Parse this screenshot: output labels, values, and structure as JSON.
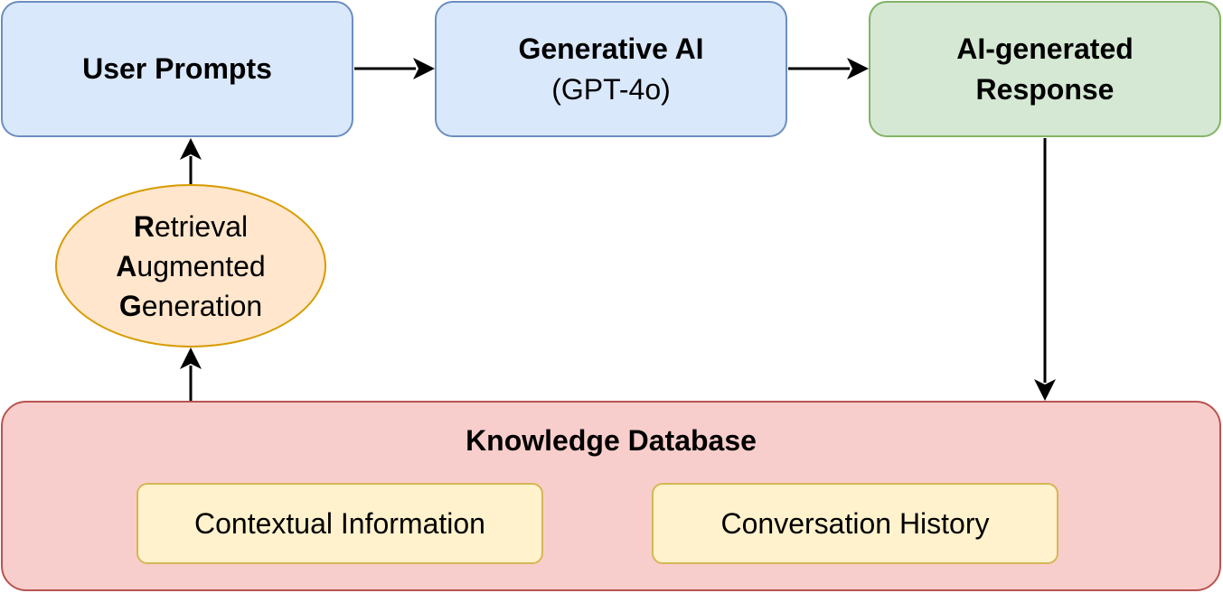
{
  "nodes": {
    "user_prompts": {
      "label": "User Prompts"
    },
    "generative_ai": {
      "title": "Generative AI",
      "subtitle": "(GPT-4o)"
    },
    "ai_response": {
      "line1": "AI-generated",
      "line2": "Response"
    },
    "rag": {
      "line1_initial": "R",
      "line1_rest": "etrieval",
      "line2_initial": "A",
      "line2_rest": "ugmented",
      "line3_initial": "G",
      "line3_rest": "eneration"
    },
    "knowledge_database": {
      "title": "Knowledge Database",
      "contextual_information": "Contextual Information",
      "conversation_history": "Conversation History"
    }
  },
  "colors": {
    "blue_fill": "#dae8fc",
    "blue_stroke": "#6c8ebf",
    "green_fill": "#d5e8d4",
    "green_stroke": "#82b366",
    "orange_fill": "#ffe6cc",
    "orange_stroke": "#d79b00",
    "red_fill": "#f8cecc",
    "red_stroke": "#b85450",
    "yellow_fill": "#fff2cc",
    "yellow_stroke": "#d6b656",
    "arrow": "#000000"
  }
}
